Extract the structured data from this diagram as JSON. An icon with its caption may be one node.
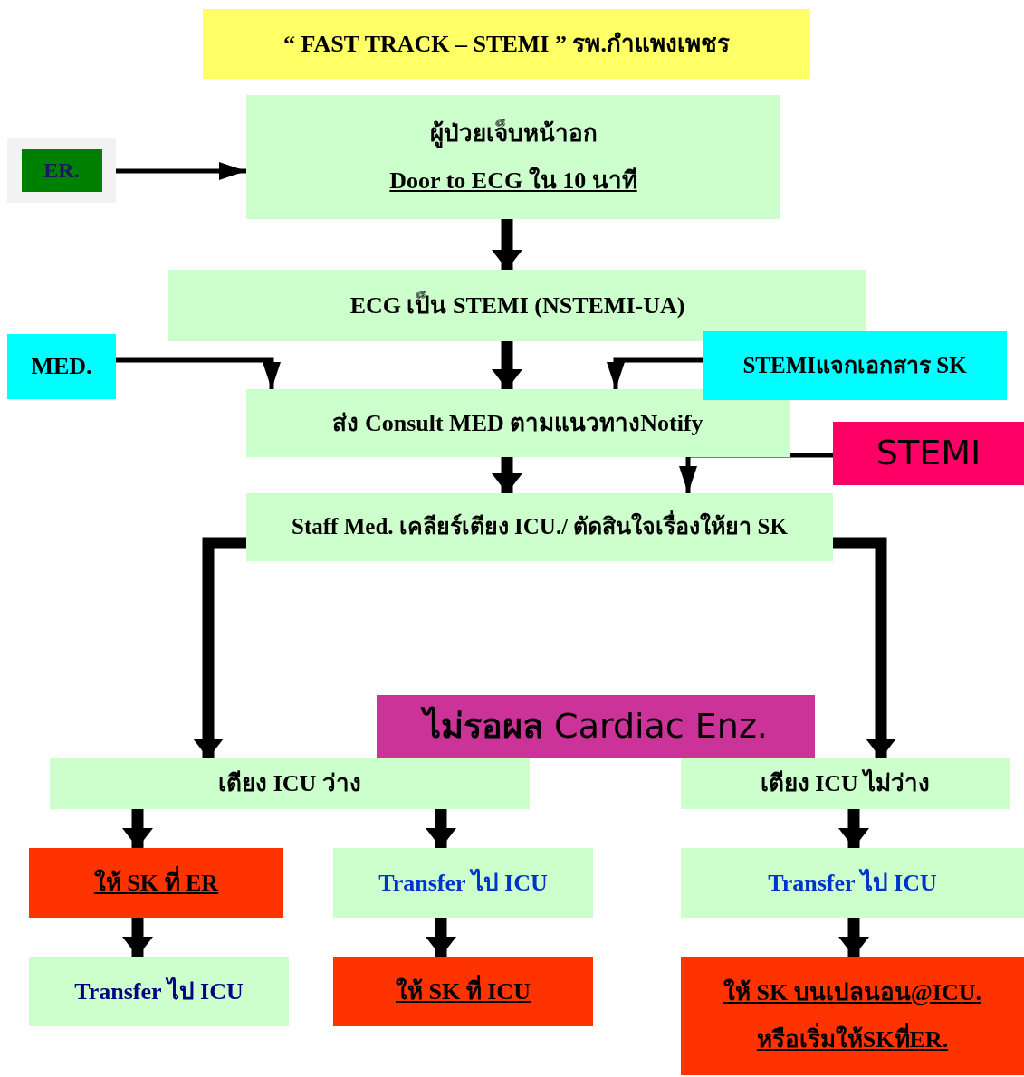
{
  "diagram": {
    "nodes": [
      {
        "text": [
          "“ FAST TRACK – STEMI ”  รพ.กำแพงเพชร"
        ]
      },
      {
        "text": [
          "ER."
        ]
      },
      {
        "text": [
          "ผู้ป่วยเจ็บหน้าอก",
          "Door to ECG ใน 10 นาที"
        ]
      },
      {
        "text": [
          "ECG เป็น STEMI (NSTEMI-UA)"
        ]
      },
      {
        "text": [
          "MED."
        ]
      },
      {
        "text": [
          "ส่ง Consult MED  ตามแนวทางNotify"
        ]
      },
      {
        "text": [
          "STEMIแจกเอกสาร SK"
        ]
      },
      {
        "text": [
          "STEMI"
        ]
      },
      {
        "text": [
          "Staff Med. เคลียร์เตียง ICU./ ตัดสินใจเรื่องให้ยา SK"
        ]
      },
      {
        "text": [
          "**ไม่รอผล** Cardiac Enz."
        ]
      },
      {
        "text": [
          "เตียง ICU ว่าง"
        ]
      },
      {
        "text": [
          "เตียง ICU ไม่ว่าง"
        ]
      },
      {
        "text": [
          "ให้ SK ที่ ER"
        ]
      },
      {
        "text": [
          "Transfer ไป ICU"
        ]
      },
      {
        "text": [
          "Transfer ไป ICU"
        ]
      },
      {
        "text": [
          "ให้ SK ที่ ICU"
        ]
      },
      {
        "text": [
          "Transfer ไป ICU"
        ]
      },
      {
        "text": [
          "ให้ SK บนเปลนอน@ICU.",
          "หรือเริ่มให้SKที่ER."
        ]
      }
    ],
    "edges": [
      {
        "from": 1,
        "to": 2,
        "arrow": "to"
      },
      {
        "from": 2,
        "to": 3,
        "arrow": "to"
      },
      {
        "from": 3,
        "to": 5,
        "arrow": "to"
      },
      {
        "from": 4,
        "to": 5,
        "arrow": "to"
      },
      {
        "from": 6,
        "to": 5,
        "arrow": "to"
      },
      {
        "from": 5,
        "to": 8,
        "arrow": "to"
      },
      {
        "from": 7,
        "to": 8,
        "arrow": "to"
      },
      {
        "from": 8,
        "to": 10,
        "arrow": "to"
      },
      {
        "from": 8,
        "to": 11,
        "arrow": "to"
      },
      {
        "from": 10,
        "to": 12,
        "arrow": "to"
      },
      {
        "from": 10,
        "to": 13,
        "arrow": "to"
      },
      {
        "from": 12,
        "to": 14,
        "arrow": "to"
      },
      {
        "from": 13,
        "to": 15,
        "arrow": "to"
      },
      {
        "from": 11,
        "to": 16,
        "arrow": "to"
      },
      {
        "from": 16,
        "to": 17,
        "arrow": "to"
      }
    ]
  }
}
